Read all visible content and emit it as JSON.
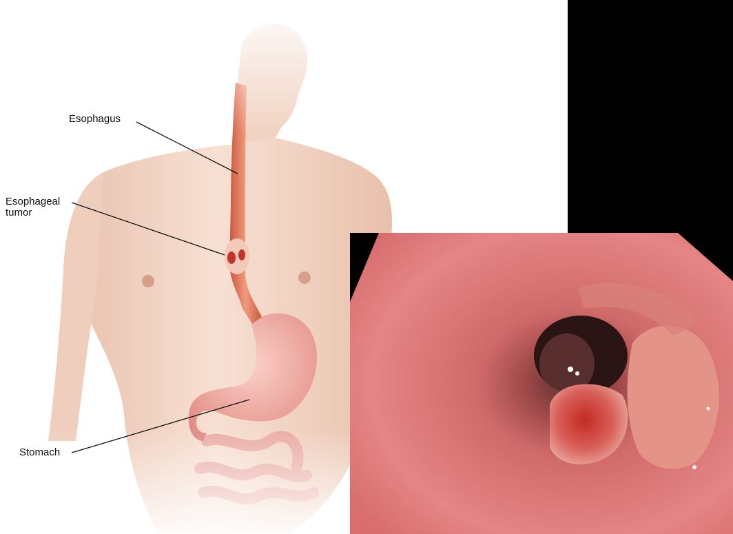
{
  "labels": {
    "esophagus": "Esophagus",
    "tumor_line1": "Esophageal",
    "tumor_line2": "tumor",
    "stomach": "Stomach"
  },
  "colors": {
    "skin": "#f3d8c8",
    "esophagus": "#e2856a",
    "stomach": "#eea8a0",
    "mucosa": "#e07a7a",
    "tumor": "#c42a22",
    "frame": "#000000"
  }
}
